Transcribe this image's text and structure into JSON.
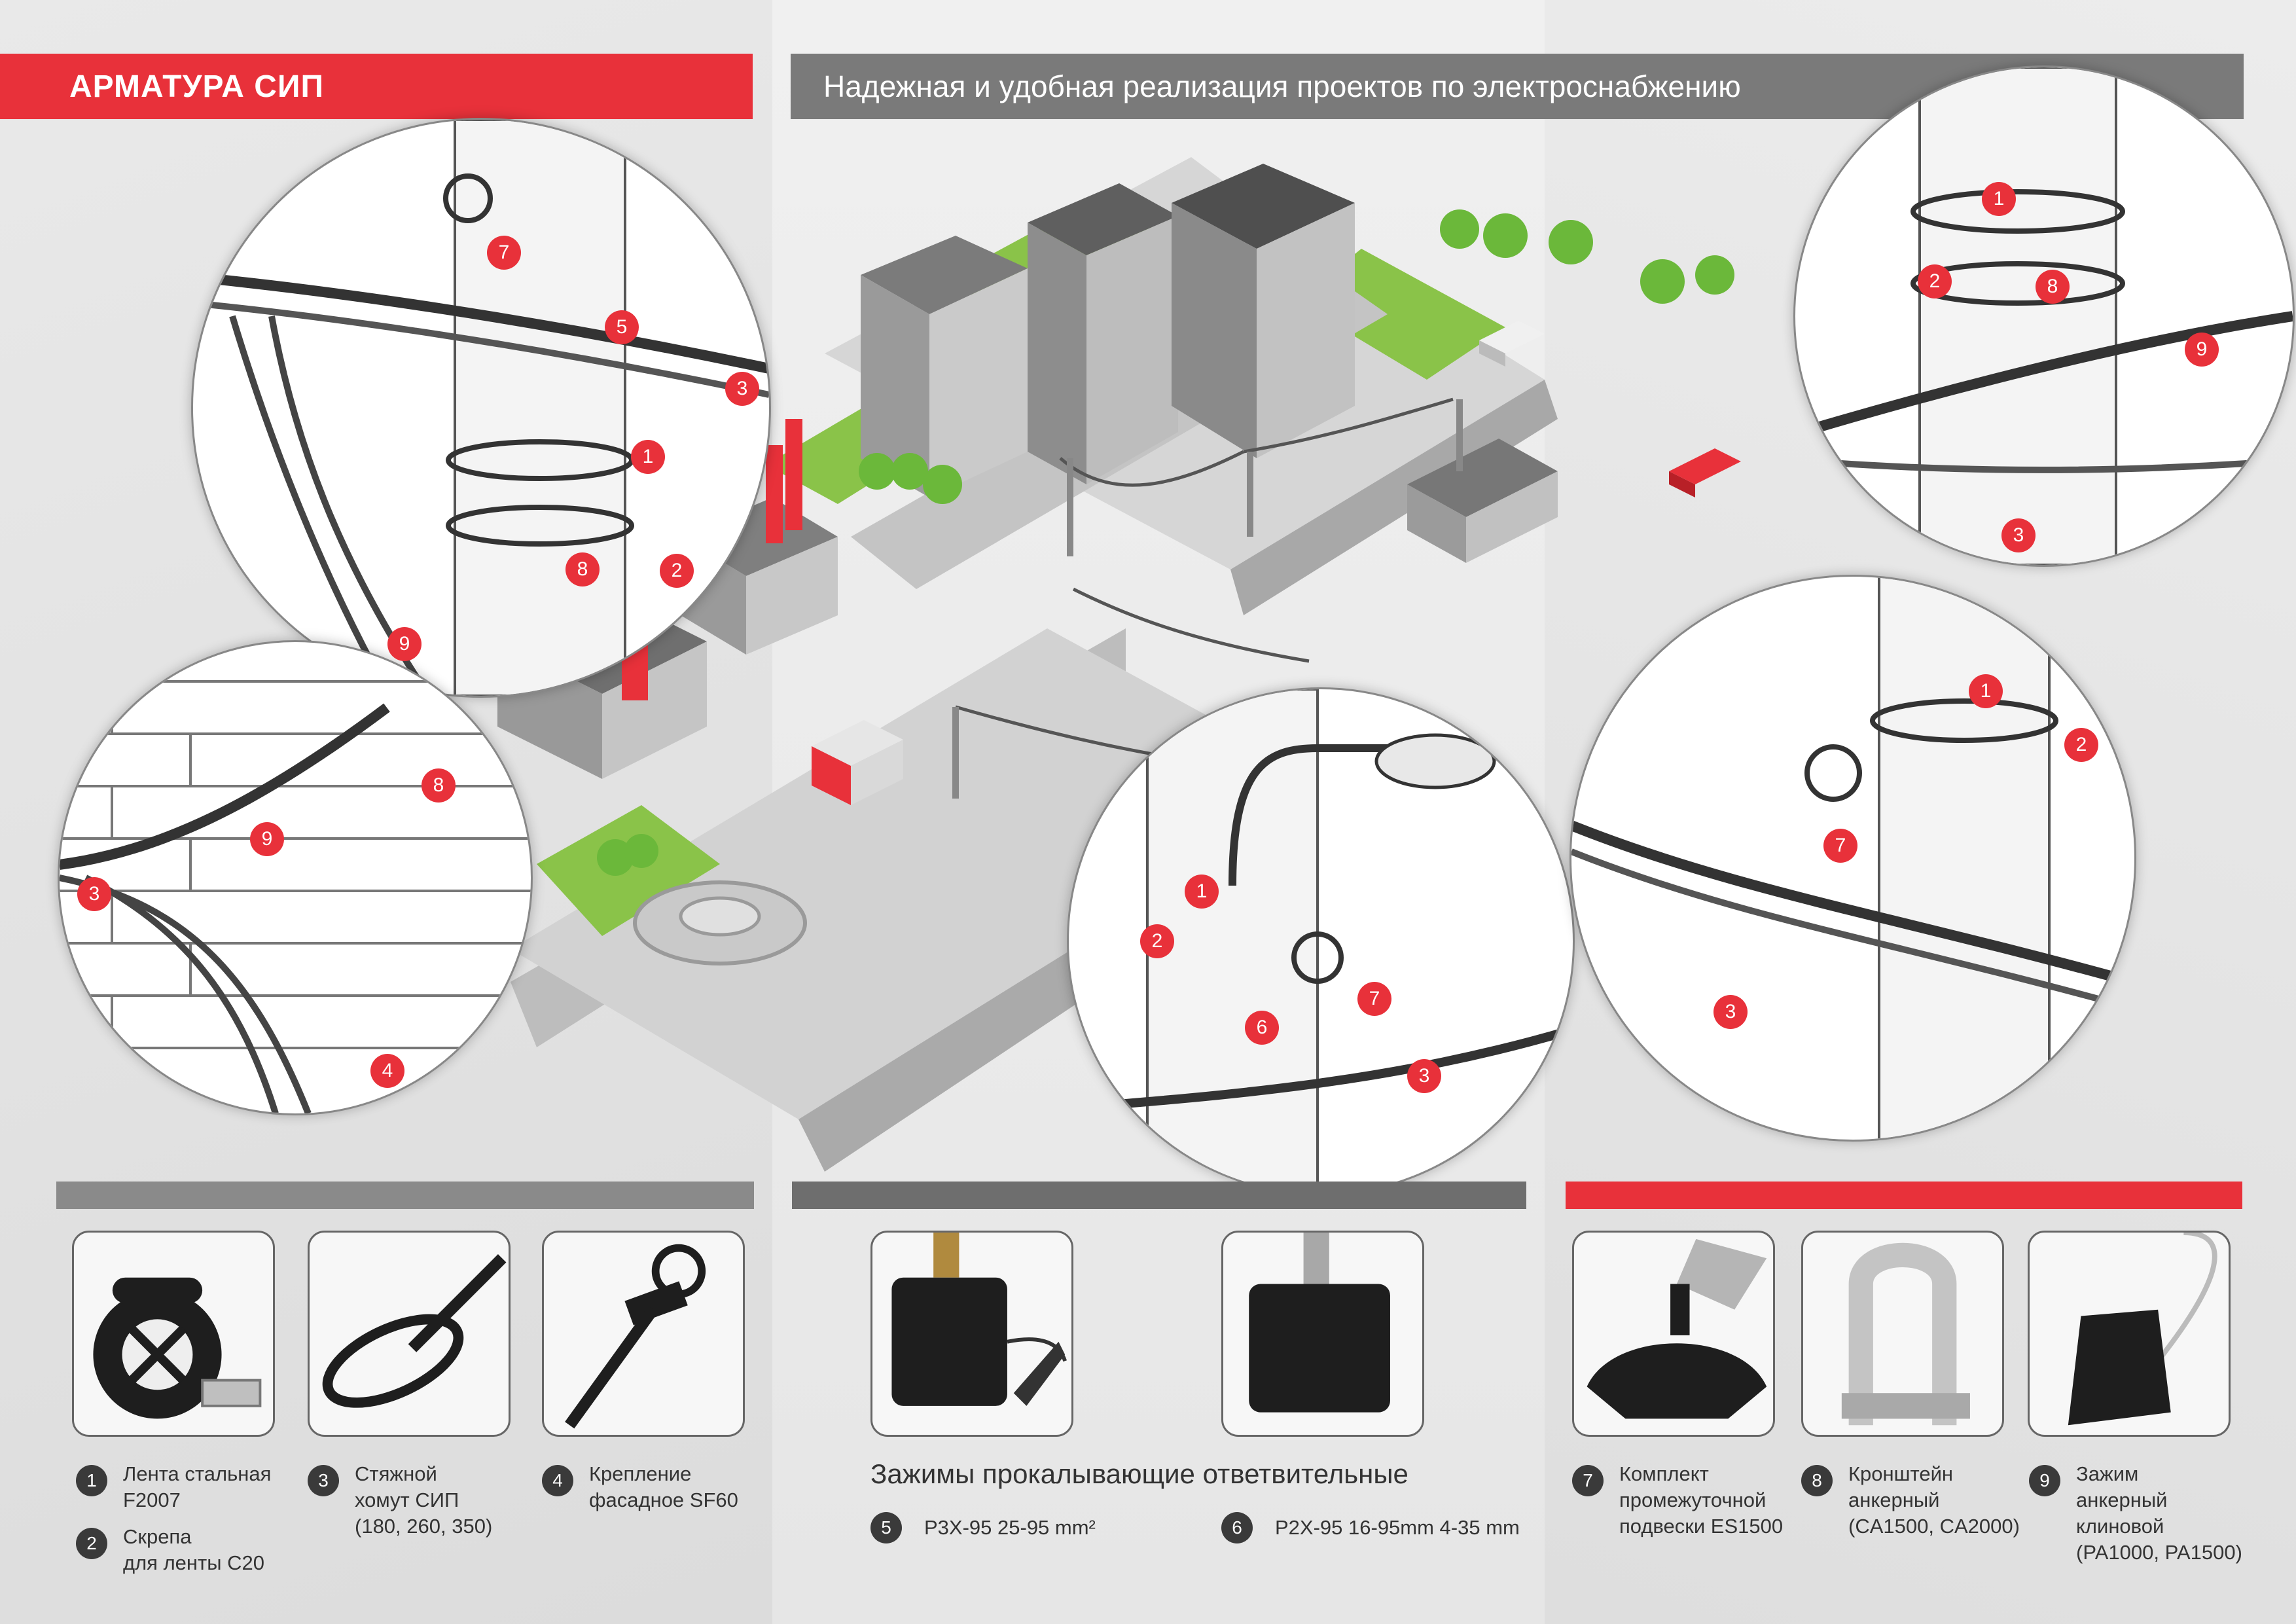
{
  "header": {
    "left_title": "АРМАТУРА СИП",
    "main_title": "Надежная и удобная реализация проектов по электроснабжению"
  },
  "colors": {
    "accent": "#e8313a",
    "dark": "#3a3a3a",
    "gray_bar": "#7a7a7a"
  },
  "markers": {
    "m1": "1",
    "m2": "2",
    "m3": "3",
    "m4": "4",
    "m5": "5",
    "m6": "6",
    "m7": "7",
    "m8": "8",
    "m9": "9"
  },
  "products": {
    "p1": {
      "num": "1",
      "label": "Лента стальная\nF2007"
    },
    "p2": {
      "num": "2",
      "label": "Скрепа\nдля ленты С20"
    },
    "p3": {
      "num": "3",
      "label": "Стяжной\nхомут СИП\n(180, 260, 350)"
    },
    "p4": {
      "num": "4",
      "label": "Крепление\nфасадное SF60"
    },
    "p5": {
      "num": "5",
      "label": "P3X-95 25-95 mm²"
    },
    "p6": {
      "num": "6",
      "label": "P2X-95 16-95mm 4-35 mm"
    },
    "p7": {
      "num": "7",
      "label": "Комплект\nпромежуточной\nподвески ES1500"
    },
    "p8": {
      "num": "8",
      "label": "Кронштейн\nанкерный\n(CA1500, CA2000)"
    },
    "p9": {
      "num": "9",
      "label": "Зажим\nанкерный\nклиновой\n(PA1000, PA1500)"
    }
  },
  "clamps_heading": "Зажимы прокалывающие ответвительные",
  "icons": [
    "steel-band-icon",
    "buckle-icon",
    "cable-tie-icon",
    "facade-fixing-icon",
    "piercing-clamp-icon",
    "suspension-set-icon",
    "anchor-bracket-icon",
    "wedge-clamp-icon"
  ]
}
